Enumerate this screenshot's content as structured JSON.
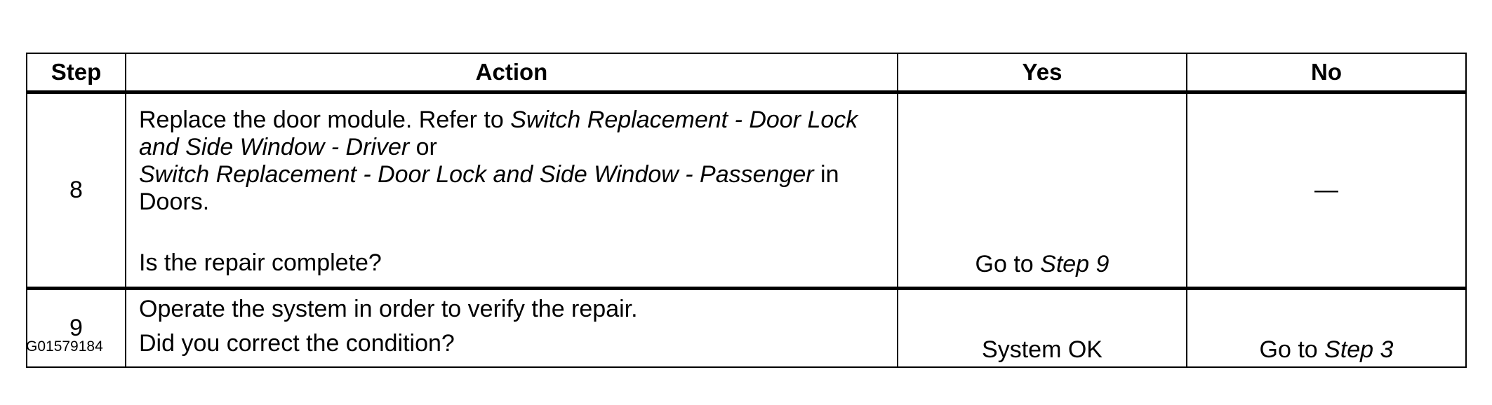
{
  "table": {
    "headers": {
      "step": "Step",
      "action": "Action",
      "yes": "Yes",
      "no": "No"
    },
    "rows": [
      {
        "step": "8",
        "action": {
          "part1": "Replace the door module. Refer to ",
          "italic1": "Switch Replacement - Door Lock and Side Window - Driver",
          "part2": " or ",
          "italic2": "Switch Replacement - Door Lock and Side Window - Passenger",
          "part3": " in Doors.",
          "question": "Is the repair complete?"
        },
        "yes": {
          "prefix": "Go to ",
          "target": "Step 9"
        },
        "no": "—"
      },
      {
        "step": "9",
        "action": {
          "instruction": "Operate the system in order to verify the repair.",
          "question": "Did you correct the condition?"
        },
        "yes": "System OK",
        "no": {
          "prefix": "Go to ",
          "target": "Step 3"
        }
      }
    ]
  },
  "figure_id": "G01579184"
}
